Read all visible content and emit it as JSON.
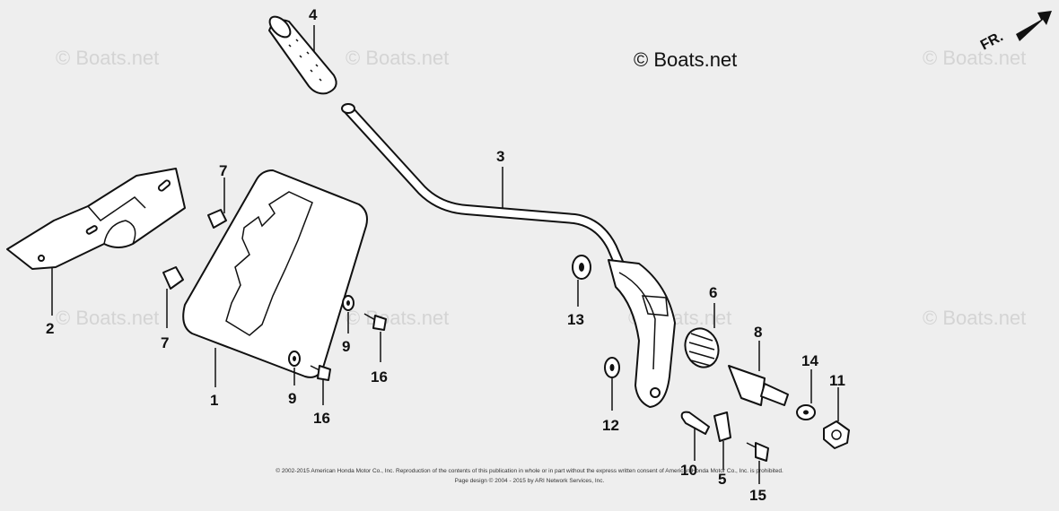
{
  "watermarks": [
    "© Boats.net",
    "© Boats.net",
    "© Boats.net",
    "© Boats.net",
    "© Boats.net",
    "© Boats.net",
    "© Boats.net"
  ],
  "copyright_label": "© Boats.net",
  "direction_label": "FR.",
  "callouts": {
    "c1": "1",
    "c2": "2",
    "c3": "3",
    "c4": "4",
    "c5": "5",
    "c6": "6",
    "c7a": "7",
    "c7b": "7",
    "c8": "8",
    "c9a": "9",
    "c9b": "9",
    "c10": "10",
    "c11": "11",
    "c12": "12",
    "c13": "13",
    "c14": "14",
    "c15": "15",
    "c16a": "16",
    "c16b": "16"
  },
  "legal": {
    "line1": "© 2002-2015 American Honda Motor Co., Inc. Reproduction of the contents of this publication in whole or in part without the express written consent of American Honda Motor Co., Inc. is prohibited.",
    "line2": "Page design © 2004 - 2015 by ARI Network Services, Inc."
  }
}
